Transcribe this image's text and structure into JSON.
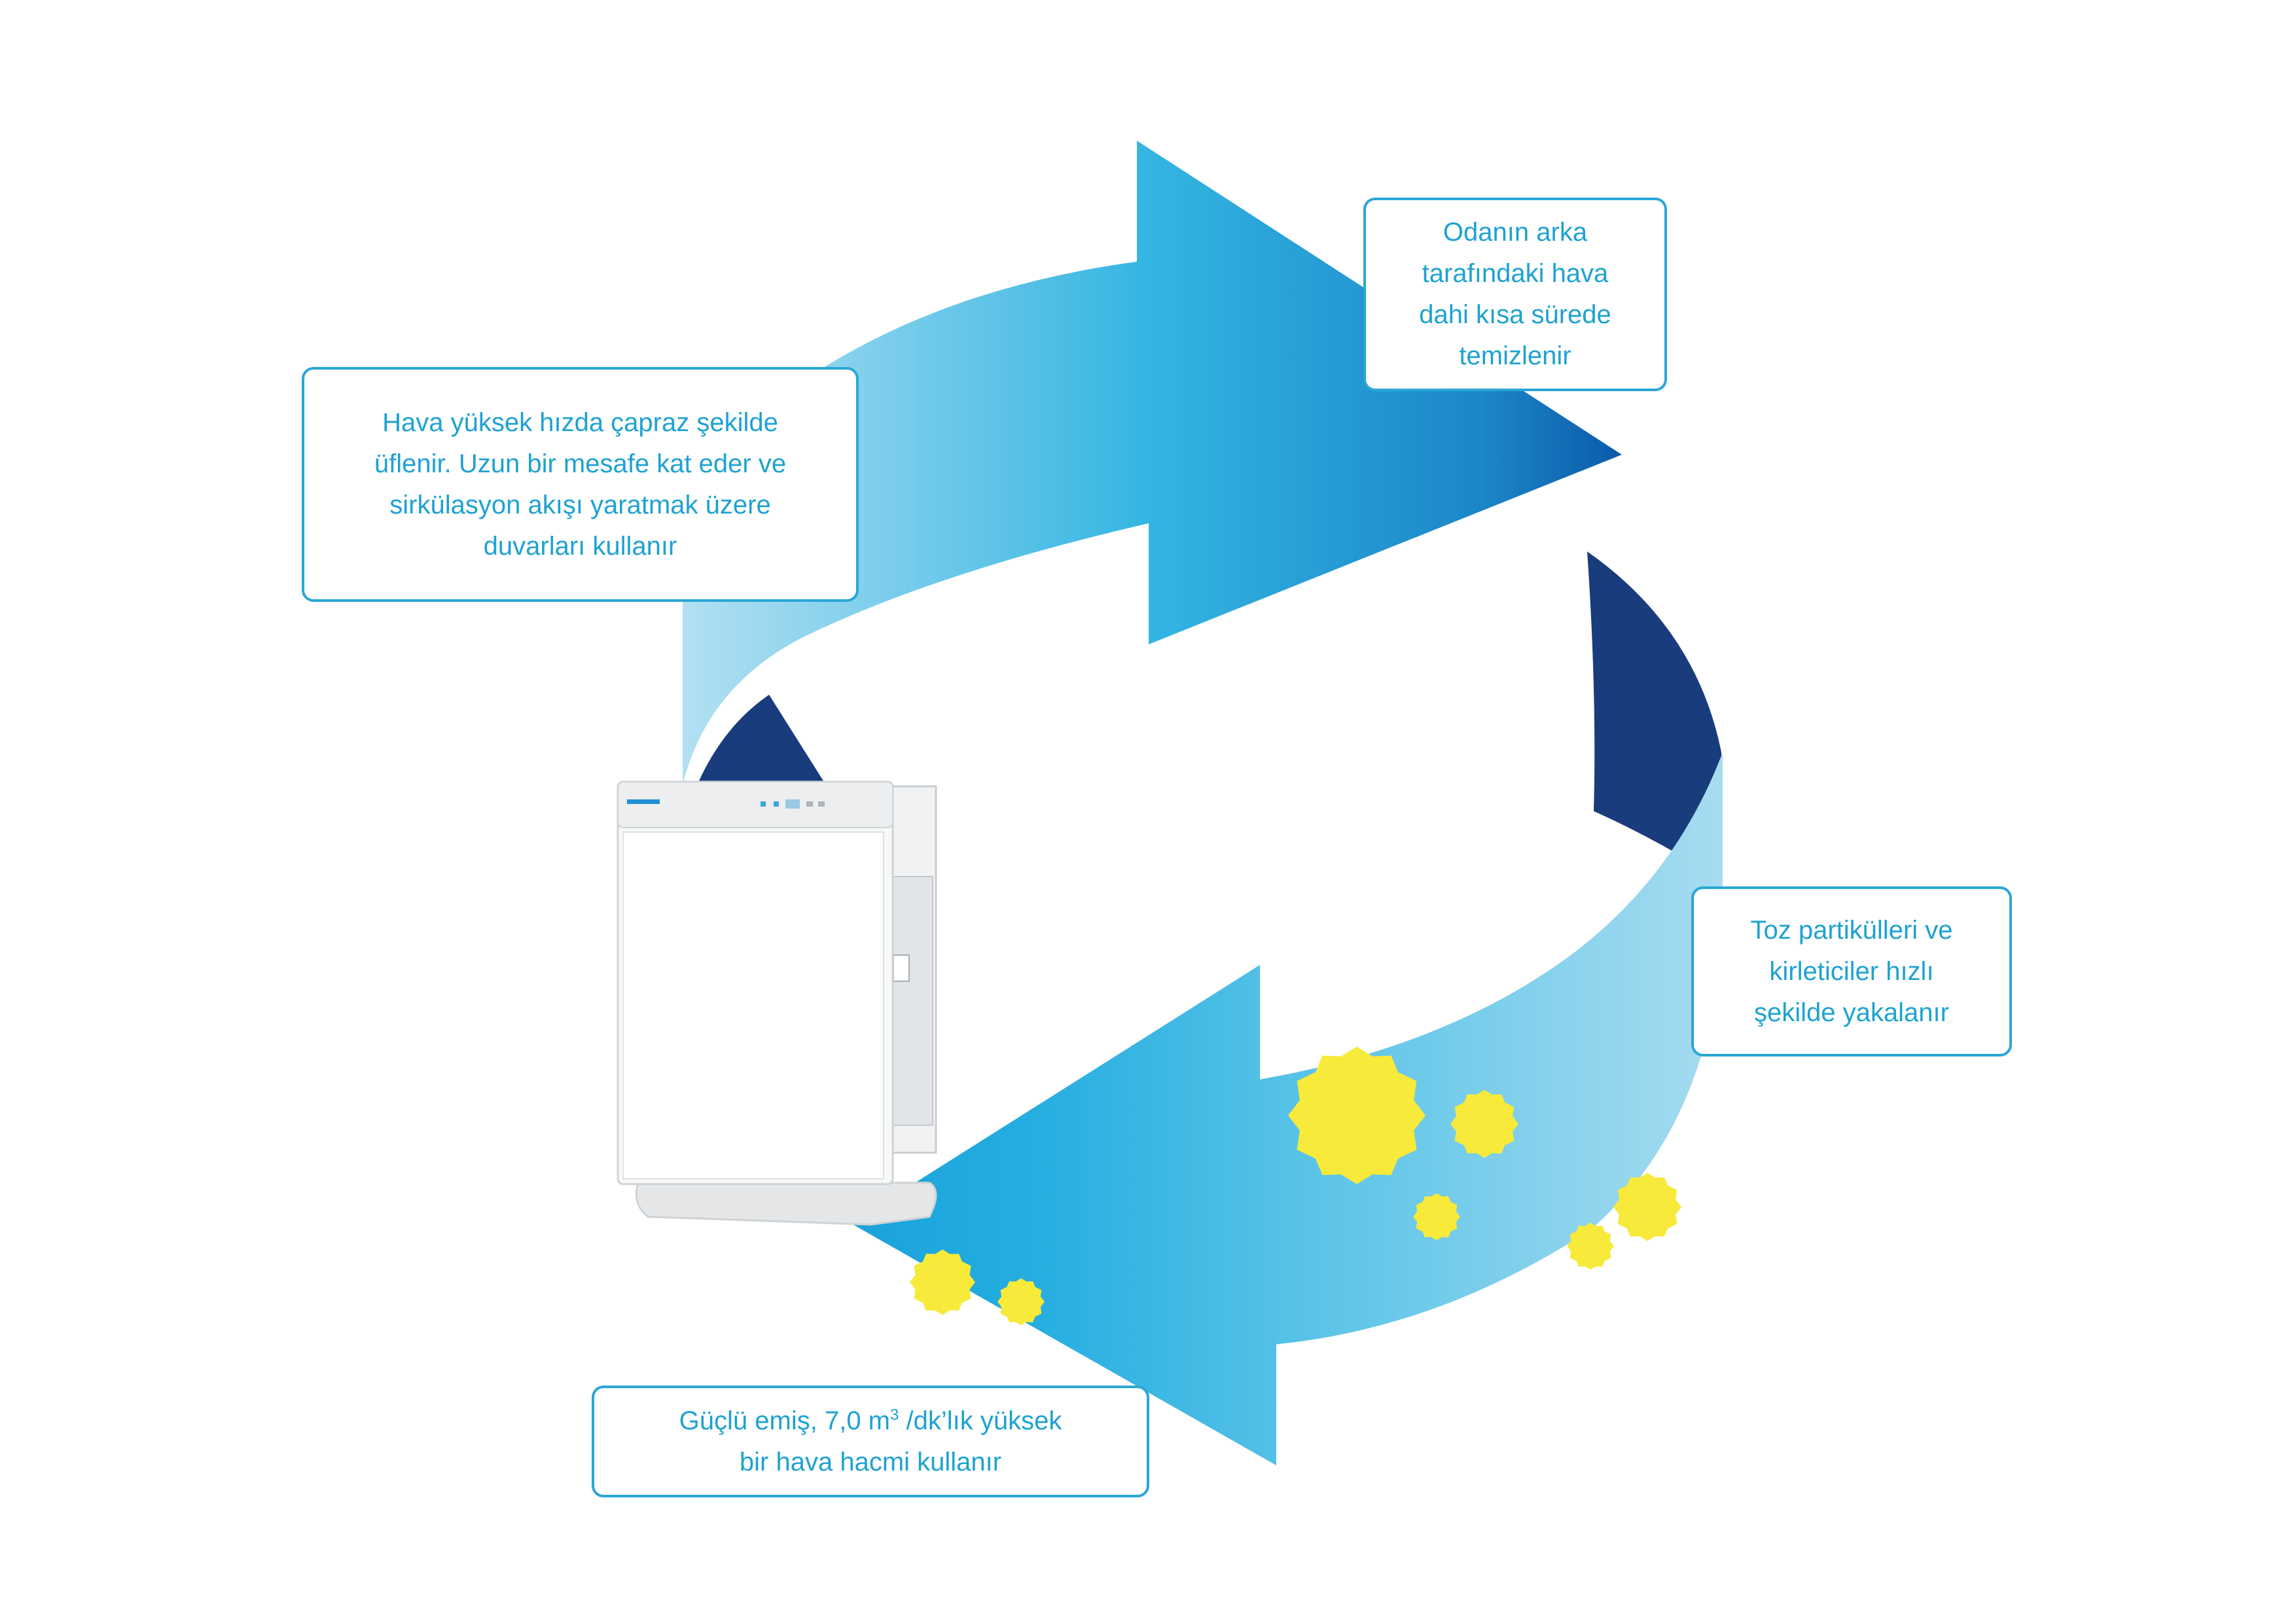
{
  "colors": {
    "arrow_light": "#9fd8ef",
    "arrow_mid": "#2bb2e0",
    "arrow_dark": "#0d63b1",
    "arrow_navy": "#183c7c",
    "text": "#1ea2d2",
    "border": "#2aa7d6",
    "particle": "#f7ea3a"
  },
  "callouts": {
    "top_left": {
      "line1": "Hava yüksek hızda çapraz şekilde",
      "line2": "üflenir. Uzun bir mesafe kat eder ve",
      "line3": "sirkülasyon akışı yaratmak üzere",
      "line4": "duvarları kullanır"
    },
    "top_right": {
      "line1": "Odanın arka",
      "line2": "tarafındaki hava",
      "line3": "dahi kısa sürede",
      "line4": "temizlenir"
    },
    "right": {
      "line1": "Toz partikülleri ve",
      "line2": "kirleticiler hızlı",
      "line3": "şekilde yakalanır"
    },
    "bottom": {
      "line1_a": "Güçlü emiş, 7,0 m",
      "line1_sup": "3",
      "line1_b": " /dk’lık yüksek",
      "line2": "bir hava hacmi kullanır"
    }
  },
  "icons": {
    "device": "air-purifier-icon",
    "particle": "dust-particle-icon"
  }
}
